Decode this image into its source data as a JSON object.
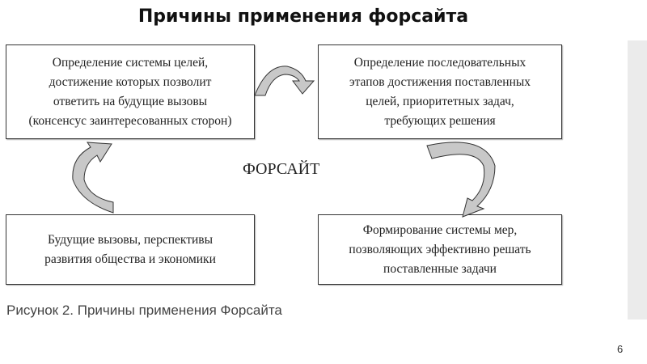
{
  "slide": {
    "title": "Причины применения форсайта",
    "page_number": "6"
  },
  "diagram": {
    "center_label": "ФОРСАЙТ",
    "boxes": [
      {
        "text": "Определение системы целей,\nдостижение которых позволит\nответить на будущие вызовы\n(консенсус заинтересованных сторон)"
      },
      {
        "text": "Определение последовательных\nэтапов достижения поставленных\nцелей, приоритетных задач,\nтребующих решения"
      },
      {
        "text": "Будущие вызовы, перспективы\nразвития общества и экономики"
      },
      {
        "text": "Формирование системы мер,\nпозволяющих эффективно решать\nпоставленные задачи"
      }
    ],
    "caption": "Рисунок 2. Причины применения Форсайта"
  }
}
